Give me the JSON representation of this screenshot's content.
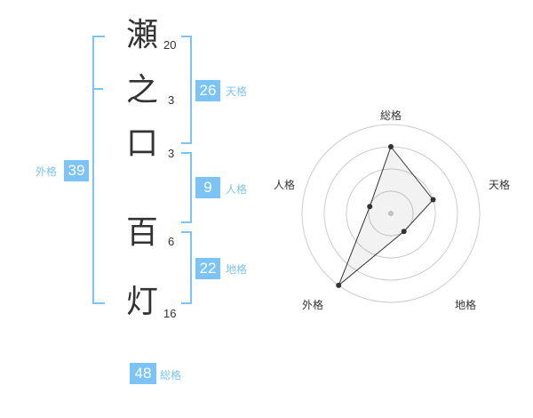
{
  "name": {
    "chars": [
      {
        "char": "瀬",
        "strokes": "20"
      },
      {
        "char": "之",
        "strokes": "3"
      },
      {
        "char": "口",
        "strokes": "3"
      },
      {
        "char": "百",
        "strokes": "6"
      },
      {
        "char": "灯",
        "strokes": "16"
      }
    ]
  },
  "kaku": {
    "tenkaku": {
      "value": "26",
      "label": "天格"
    },
    "jinkaku": {
      "value": "9",
      "label": "人格"
    },
    "chikaku": {
      "value": "22",
      "label": "地格"
    },
    "gaikaku": {
      "value": "39",
      "label": "外格"
    },
    "soukaku": {
      "value": "48",
      "label": "総格"
    }
  },
  "radar": {
    "axes": [
      "総格",
      "天格",
      "地格",
      "外格",
      "人格"
    ],
    "levels": 4,
    "values": [
      0.75,
      0.5,
      0.25,
      1.0,
      0.25
    ]
  },
  "colors": {
    "accent": "#7cc4f5",
    "text": "#333333",
    "grid": "#cccccc"
  }
}
